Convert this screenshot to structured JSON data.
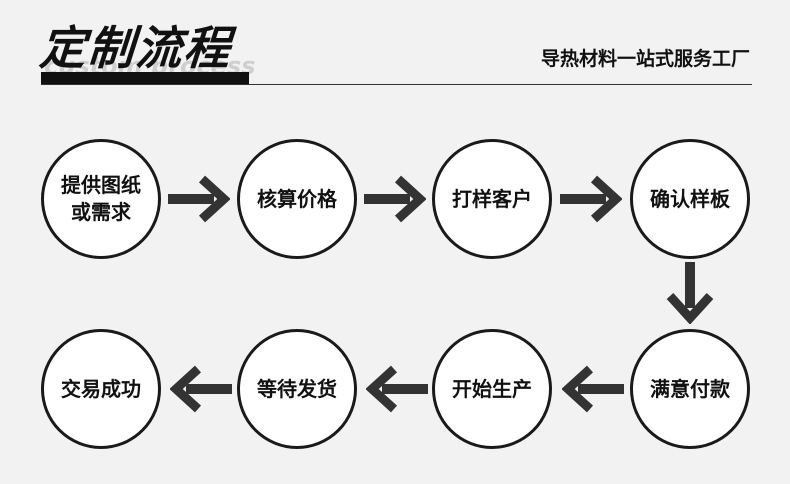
{
  "header": {
    "title": "定制流程",
    "title_ghost": "custom process",
    "subtitle": "导热材料一站式服务工厂"
  },
  "steps": [
    {
      "label": "提供图纸或需求"
    },
    {
      "label": "核算价格"
    },
    {
      "label": "打样客户"
    },
    {
      "label": "确认样板"
    },
    {
      "label": "满意付款"
    },
    {
      "label": "开始生产"
    },
    {
      "label": "等待发货"
    },
    {
      "label": "交易成功"
    }
  ],
  "colors": {
    "ink": "#1a1a1a",
    "arrow": "#333333",
    "background": "#f2f2f2",
    "node_fill": "#ffffff"
  },
  "arrow_directions": [
    "right",
    "right",
    "right",
    "down",
    "left",
    "left",
    "left"
  ]
}
